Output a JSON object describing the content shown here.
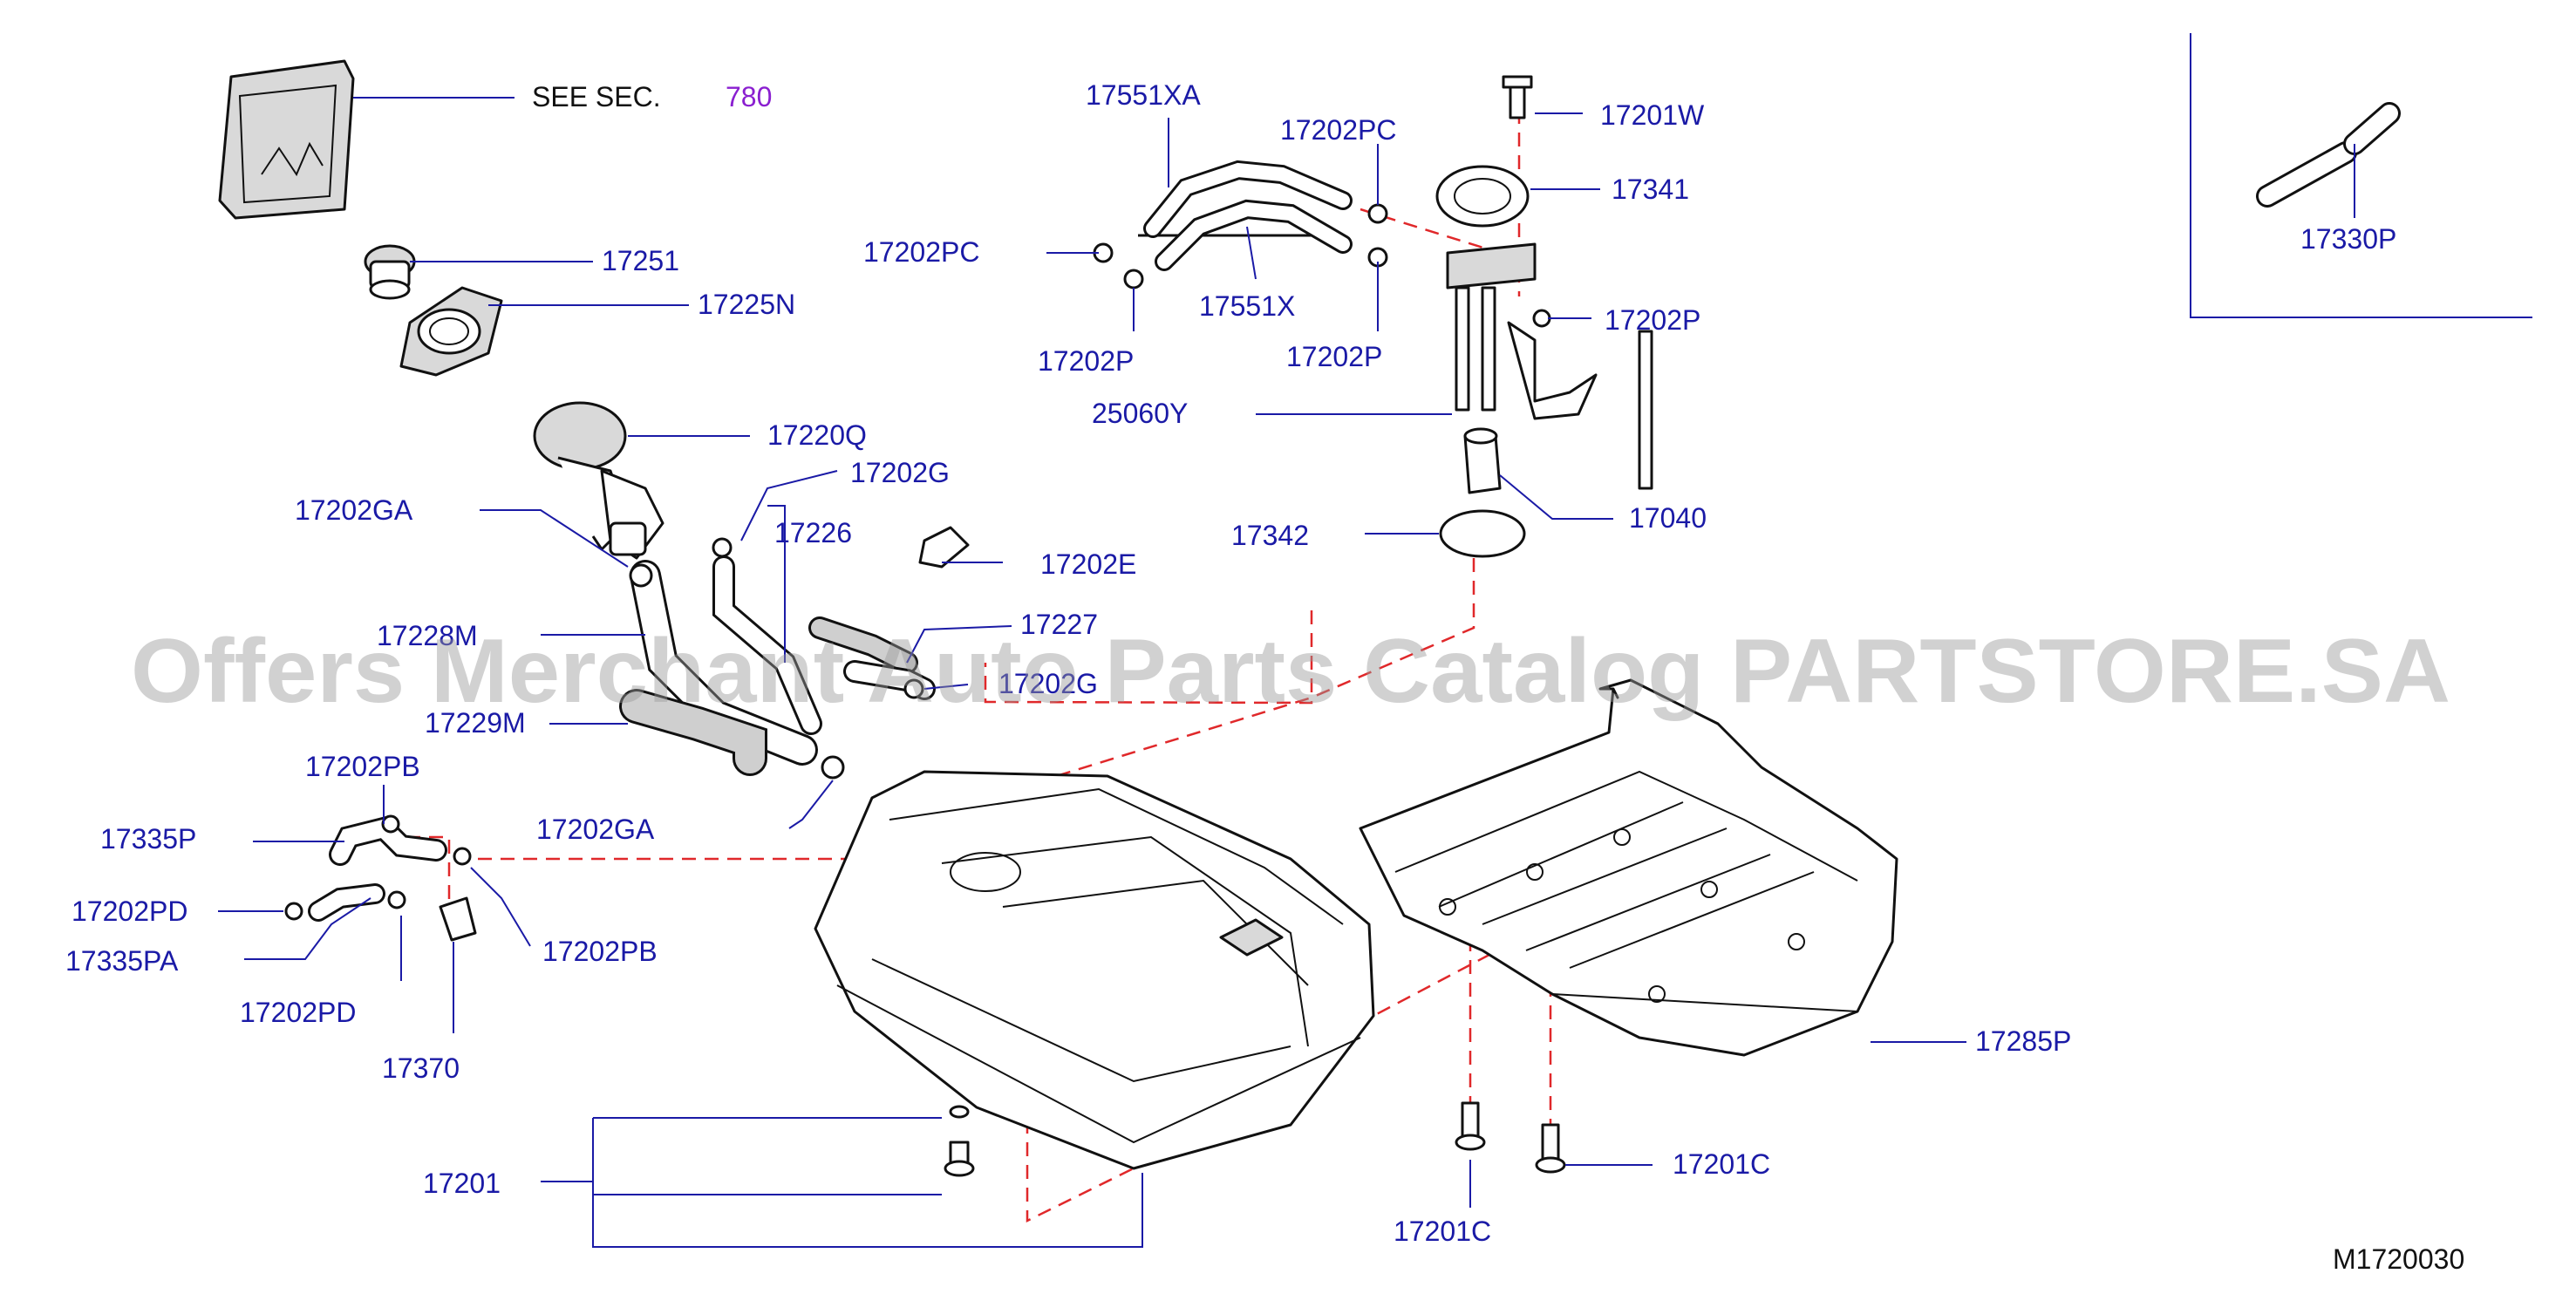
{
  "see_sec": {
    "prefix": "SEE  SEC.",
    "number": "780"
  },
  "diagram_code": "M1720030",
  "watermark": "Offers Merchant Auto Parts Catalog PARTSTORE.SA",
  "labels": {
    "p17251": "17251",
    "p17225N": "17225N",
    "p17551XA": "17551XA",
    "p17202PC_top": "17202PC",
    "p17202PC_left": "17202PC",
    "p17551X": "17551X",
    "p17202P_left": "17202P",
    "p17202P_mid": "17202P",
    "p17201W": "17201W",
    "p17341": "17341",
    "p17202P_right": "17202P",
    "p25060Y": "25060Y",
    "p17040": "17040",
    "p17342": "17342",
    "p17330P": "17330P",
    "p17220Q": "17220Q",
    "p17202G_top": "17202G",
    "p17202GA_top": "17202GA",
    "p17226": "17226",
    "p17202E": "17202E",
    "p17227": "17227",
    "p17228M": "17228M",
    "p17202G_mid": "17202G",
    "p17229M": "17229M",
    "p17202PB_top": "17202PB",
    "p17202GA_bot": "17202GA",
    "p17335P": "17335P",
    "p17202PD_left": "17202PD",
    "p17335PA": "17335PA",
    "p17202PB_right": "17202PB",
    "p17202PD_bot": "17202PD",
    "p17370": "17370",
    "p17285P": "17285P",
    "p17201": "17201",
    "p17201C_left": "17201C",
    "p17201C_right": "17201C"
  },
  "colors": {
    "label": "#1a1aa6",
    "dashed_guide": "#e0282a",
    "section_link": "#8a1fd0"
  }
}
